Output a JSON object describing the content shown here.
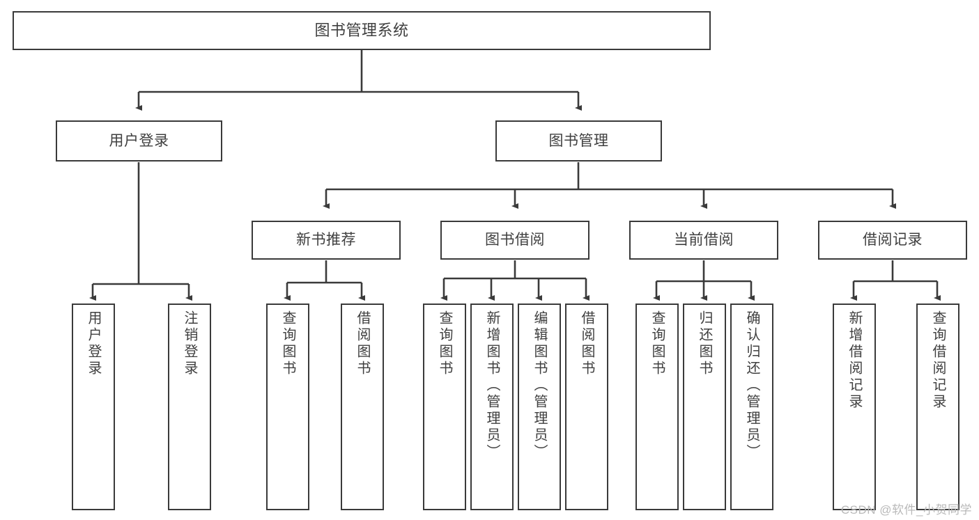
{
  "diagram": {
    "title": "图书管理系统",
    "type": "tree",
    "colors": {
      "border": "#3a3a3a",
      "text": "#3f3f3f",
      "background": "#ffffff",
      "watermark": "#b9b9b9"
    },
    "root": {
      "label": "图书管理系统"
    },
    "level1": [
      {
        "label": "用户登录"
      },
      {
        "label": "图书管理"
      }
    ],
    "level2": [
      {
        "label": "新书推荐"
      },
      {
        "label": "图书借阅"
      },
      {
        "label": "当前借阅"
      },
      {
        "label": "借阅记录"
      }
    ],
    "leaves": {
      "user_login": [
        {
          "label": "用户登录"
        },
        {
          "label": "注销登录"
        }
      ],
      "new_books": [
        {
          "label": "查询图书"
        },
        {
          "label": "借阅图书"
        }
      ],
      "book_borrow": [
        {
          "label": "查询图书"
        },
        {
          "label": "新增图书（管理员）"
        },
        {
          "label": "编辑图书（管理员）"
        },
        {
          "label": "借阅图书"
        }
      ],
      "current_borrow": [
        {
          "label": "查询图书"
        },
        {
          "label": "归还图书"
        },
        {
          "label": "确认归还（管理员）"
        }
      ],
      "borrow_records": [
        {
          "label": "新增借阅记录"
        },
        {
          "label": "查询借阅记录"
        }
      ]
    }
  },
  "watermark": {
    "text": "CSDN @软件_小贺同学"
  }
}
